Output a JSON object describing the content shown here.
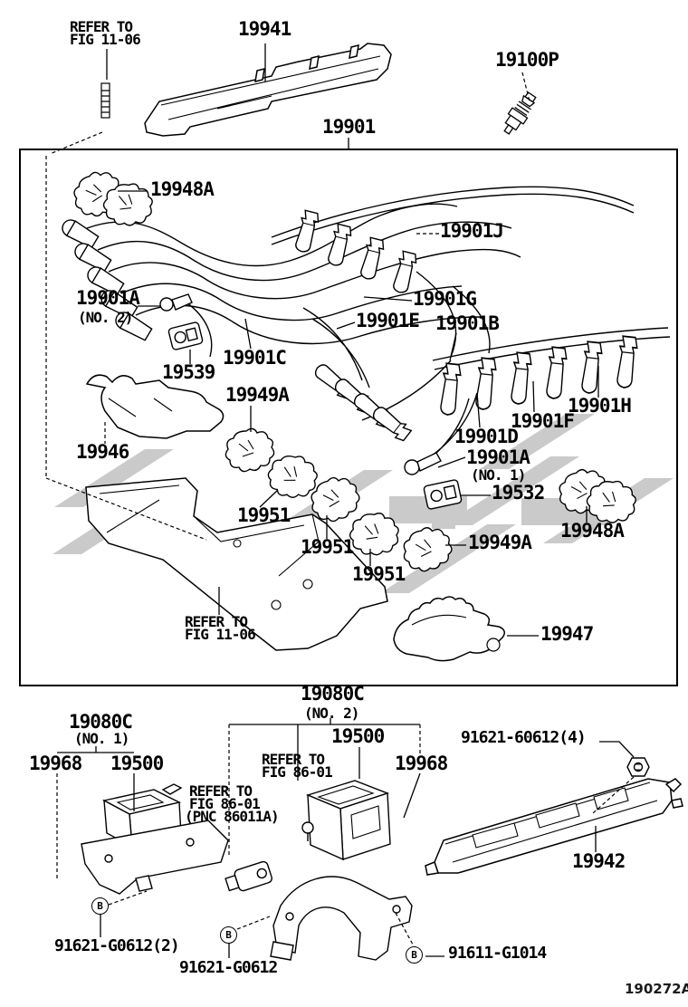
{
  "figure": {
    "code": "190272A",
    "type": "parts-diagram"
  },
  "colors": {
    "line": "#000000",
    "background": "#ffffff",
    "watermark": "#cacaca"
  },
  "text": {
    "refer_to": "REFER TO",
    "fig_11_06": "FIG 11-06",
    "fig_86_01": "FIG 86-01",
    "pnc_86011a": "(PNC 86011A)",
    "no1": "(NO. 1)",
    "no2": "(NO. 2)",
    "b": "B"
  },
  "parts": {
    "p19941": "19941",
    "p19100p": "19100P",
    "p19901": "19901",
    "p19948a": "19948A",
    "p19901j": "19901J",
    "p19901a": "19901A",
    "p19901g": "19901G",
    "p19901e": "19901E",
    "p19901b": "19901B",
    "p19901c": "19901C",
    "p19539": "19539",
    "p19949a": "19949A",
    "p19946": "19946",
    "p19901d": "19901D",
    "p19901f": "19901F",
    "p19901h": "19901H",
    "p19532": "19532",
    "p19951": "19951",
    "p19947": "19947",
    "p19080c": "19080C",
    "p19500": "19500",
    "p19968": "19968",
    "p91621_60612_4": "91621-60612(4)",
    "p19942": "19942",
    "p91621_g0612_2": "91621-G0612(2)",
    "p91621_g0612": "91621-G0612",
    "p91611_g1014": "91611-G1014"
  }
}
